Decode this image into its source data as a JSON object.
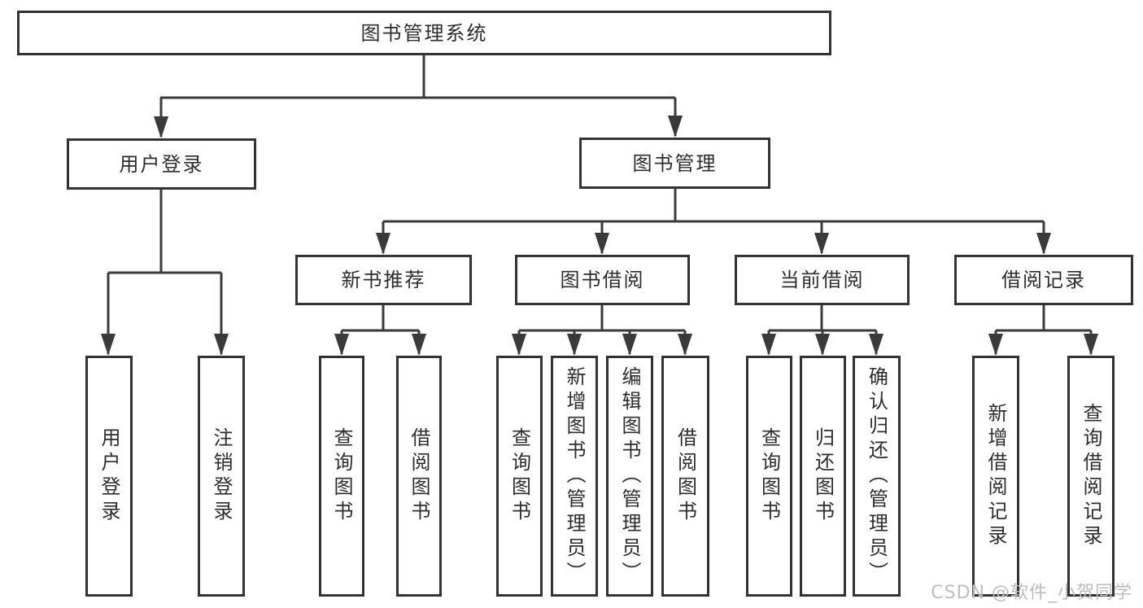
{
  "diagram": {
    "root": {
      "label": "图书管理系统"
    },
    "branches": [
      {
        "label": "用户登录",
        "children": [
          {
            "label": "用户登录"
          },
          {
            "label": "注销登录"
          }
        ]
      },
      {
        "label": "图书管理",
        "children": [
          {
            "label": "新书推荐",
            "children": [
              {
                "label": "查询图书"
              },
              {
                "label": "借阅图书"
              }
            ]
          },
          {
            "label": "图书借阅",
            "children": [
              {
                "label": "查询图书"
              },
              {
                "label": "新增图书（管理员）"
              },
              {
                "label": "编辑图书（管理员）"
              },
              {
                "label": "借阅图书"
              }
            ]
          },
          {
            "label": "当前借阅",
            "children": [
              {
                "label": "查询图书"
              },
              {
                "label": "归还图书"
              },
              {
                "label": "确认归还（管理员）"
              }
            ]
          },
          {
            "label": "借阅记录",
            "children": [
              {
                "label": "新增借阅记录"
              },
              {
                "label": "查询借阅记录"
              }
            ]
          }
        ]
      }
    ]
  },
  "watermark": {
    "text": "CSDN @软件_小贺同学"
  },
  "colors": {
    "line": "#3a3a3a",
    "box_border": "#333333",
    "text": "#2d2d2d",
    "watermark": "#bdbdbd",
    "background": "#ffffff"
  }
}
